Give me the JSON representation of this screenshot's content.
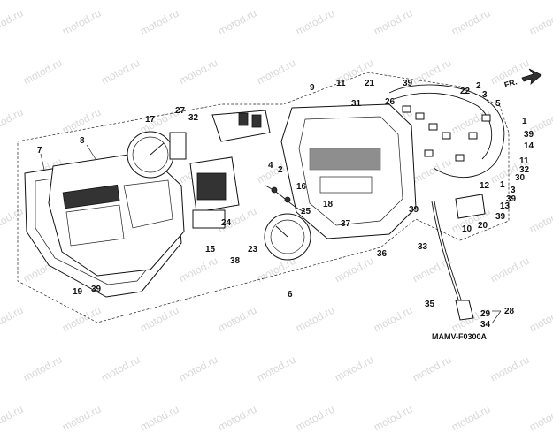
{
  "watermark": "motod.ru",
  "diagram_code": "MAMV-F0300A",
  "direction_label": "FR.",
  "callouts": {
    "c1": "1",
    "c2": "2",
    "c3": "3",
    "c4": "4",
    "c5": "5",
    "c6": "6",
    "c7": "7",
    "c8": "8",
    "c9": "9",
    "c10": "10",
    "c11": "11",
    "c12": "12",
    "c13": "13",
    "c14": "14",
    "c15": "15",
    "c16": "16",
    "c17": "17",
    "c18": "18",
    "c19": "19",
    "c20": "20",
    "c21": "21",
    "c22": "22",
    "c23": "23",
    "c24": "24",
    "c25": "25",
    "c26": "26",
    "c27": "27",
    "c28": "28",
    "c29": "29",
    "c30": "30",
    "c31": "31",
    "c32": "32",
    "c33": "33",
    "c34": "34",
    "c35": "35",
    "c36": "36",
    "c37": "37",
    "c38": "38",
    "c39": "39"
  },
  "colors": {
    "line": "#111111",
    "watermark": "#d8d8d8"
  }
}
